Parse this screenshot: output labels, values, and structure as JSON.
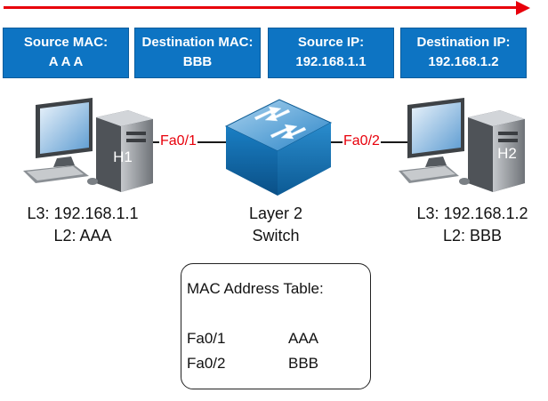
{
  "headers": [
    {
      "label": "Source MAC:",
      "value": "A A A"
    },
    {
      "label": "Destination MAC:",
      "value": "BBB"
    },
    {
      "label": "Source IP:",
      "value": "192.168.1.1"
    },
    {
      "label": "Destination IP:",
      "value": "192.168.1.2"
    }
  ],
  "hosts": {
    "h1": {
      "label": "H1",
      "l3": "L3: 192.168.1.1",
      "l2": "L2: AAA"
    },
    "h2": {
      "label": "H2",
      "l3": "L3: 192.168.1.2",
      "l2": "L2: BBB"
    }
  },
  "switch": {
    "line1": "Layer 2",
    "line2": "Switch"
  },
  "ports": {
    "left": "Fa0/1",
    "right": "Fa0/2"
  },
  "mac_table": {
    "title": "MAC Address Table:",
    "rows": [
      {
        "port": "Fa0/1",
        "mac": "AAA"
      },
      {
        "port": "Fa0/2",
        "mac": "BBB"
      }
    ]
  },
  "colors": {
    "header_bg": "#0d74c3",
    "arrow": "#e8000b",
    "port_text": "#e8000b",
    "switch": "#0f6eb0"
  },
  "icons": [
    "computer-icon",
    "switch-icon",
    "arrow-icon"
  ]
}
